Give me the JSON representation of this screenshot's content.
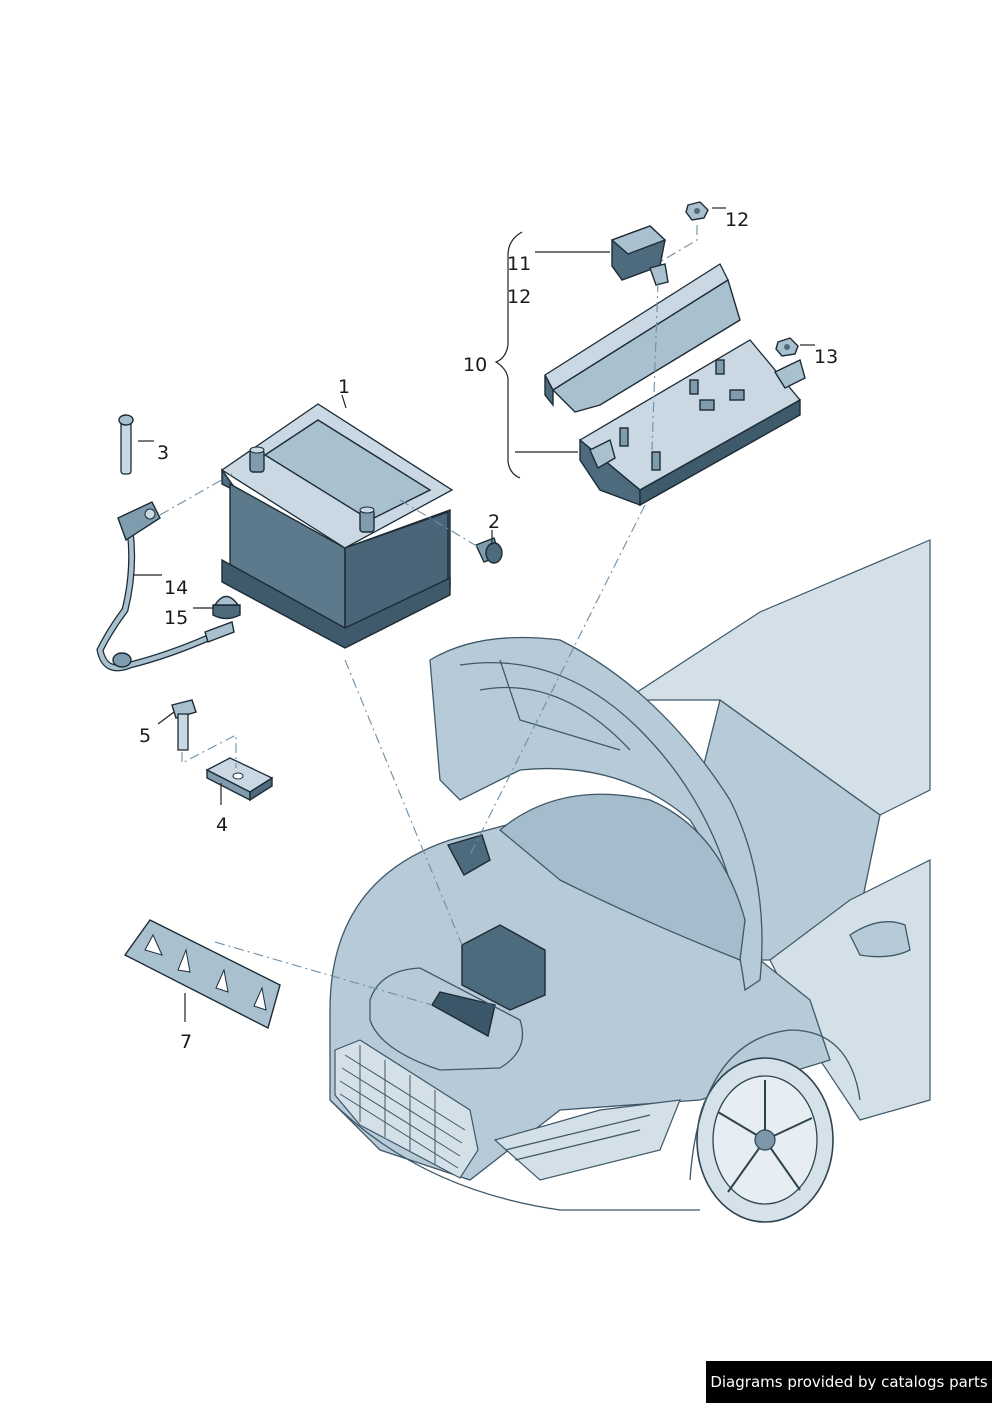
{
  "callouts": {
    "c1": "1",
    "c2": "2",
    "c3": "3",
    "c4": "4",
    "c5": "5",
    "c7": "7",
    "c10": "10",
    "c11": "11",
    "c12a": "12",
    "c12b": "12",
    "c13": "13",
    "c14": "14",
    "c15": "15"
  },
  "footer": {
    "credit": "Diagrams provided by catalogs parts"
  },
  "colors": {
    "part_dark": "#4e6b7e",
    "part_light": "#a9c0cf",
    "badge_background": "#000000"
  }
}
